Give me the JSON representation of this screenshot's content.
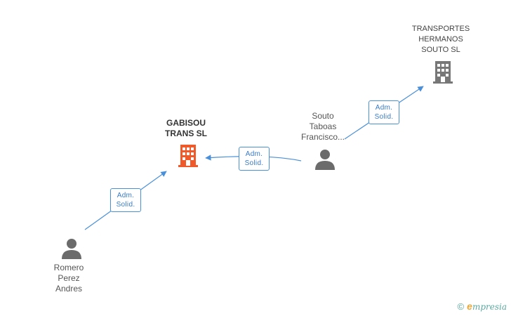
{
  "nodes": {
    "gabisou": {
      "label": "GABISOU\nTRANS SL",
      "color": "#f05a2a"
    },
    "transportes": {
      "label": "TRANSPORTES\nHERMANOS\nSOUTO SL",
      "color": "#777777"
    },
    "souto": {
      "label": "Souto\nTaboas\nFrancisco..."
    },
    "romero": {
      "label": "Romero\nPerez\nAndres"
    }
  },
  "edges": {
    "e1": {
      "line1": "Adm.",
      "line2": "Solid."
    },
    "e2": {
      "line1": "Adm.",
      "line2": "Solid."
    },
    "e3": {
      "line1": "Adm.",
      "line2": "Solid."
    }
  },
  "colors": {
    "edge": "#4a90d9",
    "person": "#6b6b6b"
  },
  "brand": {
    "copyright": "©",
    "e": "e",
    "name": "mpresia"
  }
}
